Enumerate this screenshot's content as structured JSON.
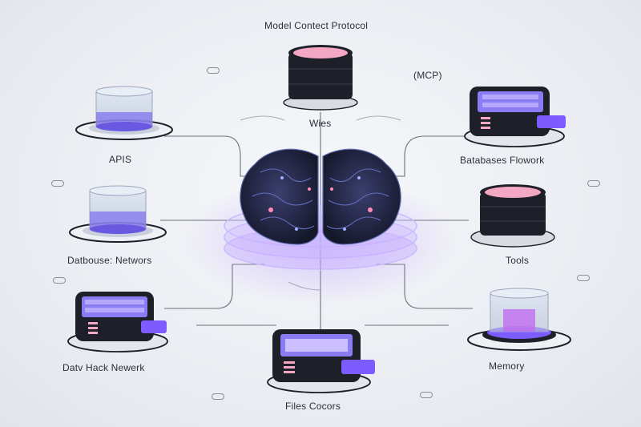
{
  "title": "Model Contect Protocol",
  "subtitle": "(MCP)",
  "center": {
    "label": "Wies",
    "icon": "brain-icon"
  },
  "nodes": [
    {
      "id": "apis",
      "label": "APIS",
      "icon": "glass-cylinder-icon"
    },
    {
      "id": "datbouse",
      "label": "Datbouse: Networs",
      "icon": "glass-cylinder-icon"
    },
    {
      "id": "datv",
      "label": "Datv Hack Newerk",
      "icon": "server-box-icon"
    },
    {
      "id": "files",
      "label": "Files Cocors",
      "icon": "server-box-icon"
    },
    {
      "id": "memory",
      "label": "Memory",
      "icon": "glass-cylinder-icon"
    },
    {
      "id": "tools",
      "label": "Tools",
      "icon": "database-stack-icon"
    },
    {
      "id": "databases",
      "label": "Batabases Flowork",
      "icon": "server-box-icon"
    },
    {
      "id": "top",
      "label": "",
      "icon": "database-stack-icon"
    }
  ],
  "colors": {
    "accent": "#7c5cff",
    "pink": "#f4a7c3",
    "dark": "#1d2029",
    "wire": "#6b7078"
  }
}
